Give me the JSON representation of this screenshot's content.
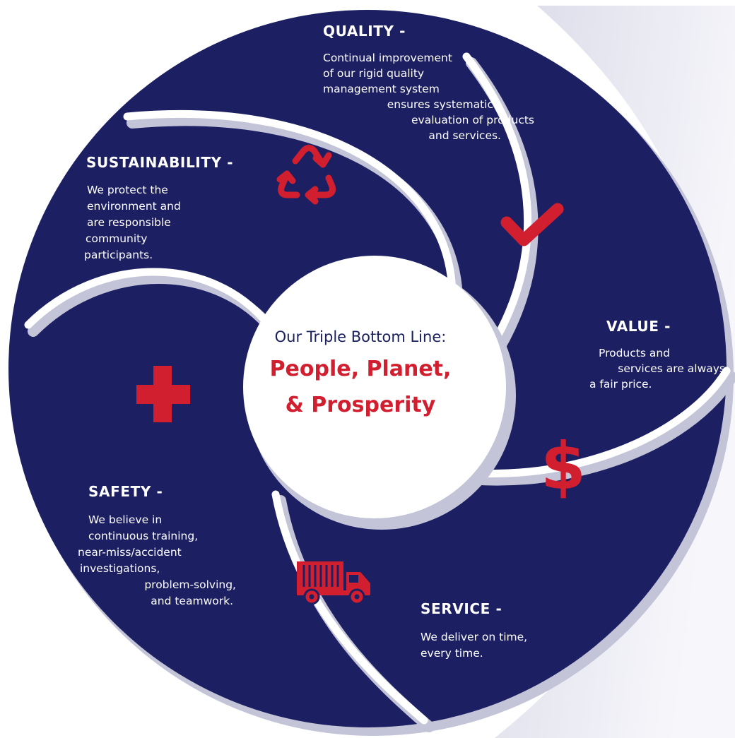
{
  "center": {
    "intro": "Our Triple Bottom Line:",
    "headline_line1": "People, Planet,",
    "headline_line2": "& Prosperity"
  },
  "segments": [
    {
      "heading": "QUALITY -",
      "lines": [
        "Continual improvement",
        "of our rigid quality",
        "management system",
        "ensures systematic",
        "evaluation of products",
        "and services."
      ],
      "icon": "checkmark-icon"
    },
    {
      "heading": "VALUE -",
      "lines": [
        "Products and",
        "services are always",
        "a fair price."
      ],
      "icon": "dollar-sign-icon"
    },
    {
      "heading": "SERVICE -",
      "lines": [
        "We deliver on time,",
        "every time."
      ],
      "icon": "delivery-truck-icon"
    },
    {
      "heading": "SAFETY -",
      "lines": [
        "We believe in",
        "continuous training,",
        "near-miss/accident",
        "investigations,",
        "problem-solving,",
        "and teamwork."
      ],
      "icon": "medical-cross-icon"
    },
    {
      "heading": "SUSTAINABILITY -",
      "lines": [
        "We protect the",
        "environment and",
        "are responsible",
        "community",
        "participants."
      ],
      "icon": "recycle-icon"
    }
  ],
  "colors": {
    "navy": "#1c2062",
    "accent_red": "#d21f2f",
    "shadow_gray": "#c3c4d8",
    "backdrop_gray": "#e2e3ee"
  }
}
